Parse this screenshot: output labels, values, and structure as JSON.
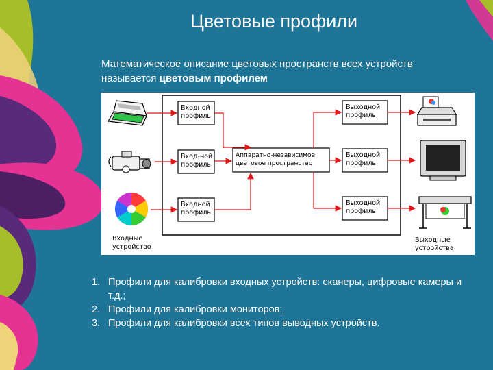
{
  "slide": {
    "title": "Цветовые профили",
    "intro_text": "Математическое описание цветовых пространств всех устройств называется ",
    "intro_bold": "цветовым профилем"
  },
  "diagram": {
    "input_profile_1": [
      "Входной",
      "профиль"
    ],
    "input_profile_2": [
      "Вход-ной",
      "профиль"
    ],
    "input_profile_3": [
      "Входной",
      "профиль"
    ],
    "center_box": [
      "Аппаратно-независимое",
      "цветовое пространство"
    ],
    "output_profile_1": [
      "Выходной",
      "профиль"
    ],
    "output_profile_2": [
      "Выходной",
      "профиль"
    ],
    "output_profile_3": [
      "Выходной",
      "профиль"
    ],
    "input_devices_caption": [
      "Входные",
      "устройство"
    ],
    "output_devices_caption": [
      "Выходные",
      "устройства"
    ]
  },
  "list": [
    {
      "num": "1.",
      "text": "Профили для калибровки входных устройств: сканеры, цифровые камеры и т.д.;"
    },
    {
      "num": "2.",
      "text": "Профили для калибровки мониторов;"
    },
    {
      "num": "3.",
      "text": "Профили для калибровки всех типов выводных устройств."
    }
  ],
  "colors": {
    "background": "#1f7597",
    "arrow": "#e01818",
    "text": "#ffffff"
  },
  "icons": [
    "scanner-icon",
    "camera-icon",
    "color-wheel-icon",
    "printer-icon",
    "monitor-icon",
    "plotter-icon"
  ]
}
